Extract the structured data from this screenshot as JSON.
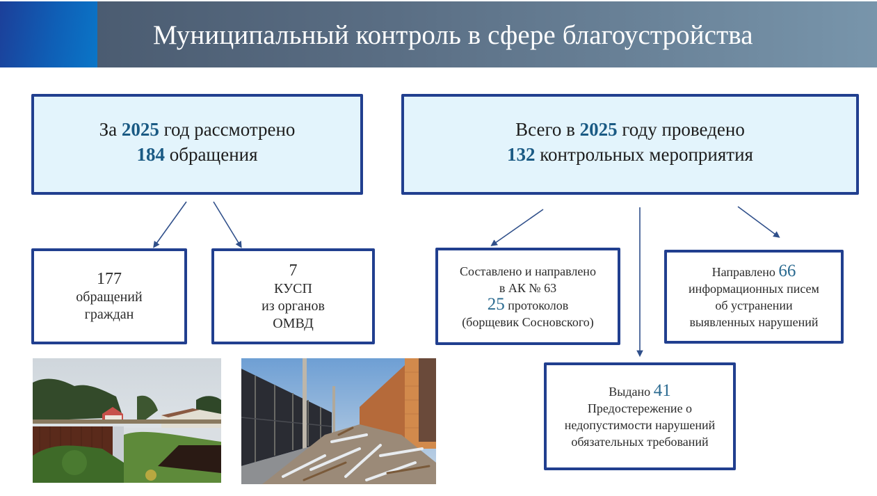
{
  "header": {
    "title": "Муниципальный контроль в сфере благоустройства"
  },
  "colors": {
    "header_left": "#1c3f99",
    "header_right": "#7895ab",
    "box_border": "#213f8f",
    "box_fill": "#e3f4fc",
    "number_accent": "#1a5a84"
  },
  "left_main": {
    "line1_prefix": "За",
    "year": "2025",
    "line1_suffix": "год рассмотрено",
    "count": "184",
    "line2_suffix": "обращения"
  },
  "right_main": {
    "line1_prefix": "Всего в",
    "year": "2025",
    "line1_suffix": "году проведено",
    "count": "132",
    "line2_suffix": "контрольных мероприятия"
  },
  "citizens_box": {
    "count": "177",
    "line1": "обращений",
    "line2": "граждан"
  },
  "kusp_box": {
    "count": "7",
    "line1": "КУСП",
    "line2": "из органов",
    "line3": "ОМВД"
  },
  "protocols_box": {
    "line1": "Составлено и направлено",
    "line2": "в АК № 63",
    "count": "25",
    "line3_suffix": "протоколов",
    "line4": "(борщевик Сосновского)"
  },
  "letters_box": {
    "line1_prefix": "Направлено",
    "count": "66",
    "line2": "информационных писем",
    "line3": "об устранении",
    "line4": "выявленных нарушений"
  },
  "warnings_box": {
    "line1_prefix": "Выдано",
    "count": "41",
    "line2": "Предостережение о",
    "line3": "недопустимости нарушений",
    "line4": "обязательных требований"
  },
  "photos": [
    {
      "subject": "fence and overgrown yard with houses"
    },
    {
      "subject": "construction debris along fences"
    }
  ]
}
